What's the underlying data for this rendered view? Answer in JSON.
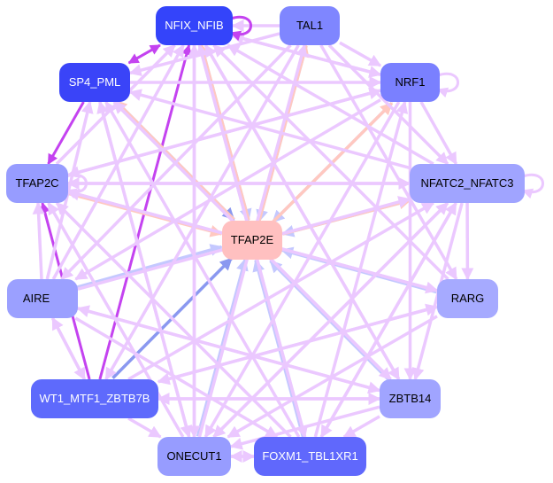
{
  "colors": {
    "edge_default": "#ebc8ff",
    "edge_strong": "#c443f0",
    "edge_blue": "#c4c8ff",
    "edge_pink": "#ffc8c0",
    "edge_darkblue": "#8a98f0"
  },
  "nodes": [
    {
      "id": "NFIX_NFIB",
      "label": "NFIX_NFIB",
      "fill": "#3444fa",
      "text": "#ffffff"
    },
    {
      "id": "TAL1",
      "label": "TAL1",
      "fill": "#7f86ff",
      "text": "#000000"
    },
    {
      "id": "SP4_PML",
      "label": "SP4_PML",
      "fill": "#3a44f8",
      "text": "#ffffff"
    },
    {
      "id": "NRF1",
      "label": "NRF1",
      "fill": "#7a80ff",
      "text": "#000000"
    },
    {
      "id": "TFAP2C",
      "label": "TFAP2C",
      "fill": "#979cff",
      "text": "#000000"
    },
    {
      "id": "NFATC2_NFATC3",
      "label": "NFATC2_NFATC3",
      "fill": "#a0a4ff",
      "text": "#000000"
    },
    {
      "id": "TFAP2E",
      "label": "TFAP2E",
      "fill": "#ffc0c0",
      "text": "#000000"
    },
    {
      "id": "AIRE",
      "label": "AIRE",
      "fill": "#9ba0ff",
      "text": "#000000"
    },
    {
      "id": "RARG",
      "label": "RARG",
      "fill": "#a6aaff",
      "text": "#000000"
    },
    {
      "id": "WT1_MTF1_ZBTB7B",
      "label": "WT1_MTF1_ZBTB7B",
      "fill": "#5e6afc",
      "text": "#ffffff"
    },
    {
      "id": "ZBTB14",
      "label": "ZBTB14",
      "fill": "#a0a4ff",
      "text": "#000000"
    },
    {
      "id": "ONECUT1",
      "label": "ONECUT1",
      "fill": "#979cff",
      "text": "#000000"
    },
    {
      "id": "FOXM1_TBL1XR1",
      "label": "FOXM1_TBL1XR1",
      "fill": "#6068fc",
      "text": "#ffffff"
    }
  ],
  "edges": [
    [
      "SP4_PML",
      "TFAP2C",
      "strong"
    ],
    [
      "SP4_PML",
      "NFIX_NFIB",
      "strong"
    ],
    [
      "NFIX_NFIB",
      "SP4_PML",
      "strong"
    ],
    [
      "WT1_MTF1_ZBTB7B",
      "TFAP2C",
      "strong"
    ],
    [
      "WT1_MTF1_ZBTB7B",
      "NFIX_NFIB",
      "strong"
    ],
    [
      "AIRE",
      "TFAP2E",
      "blue"
    ],
    [
      "WT1_MTF1_ZBTB7B",
      "TFAP2E",
      "darkblue"
    ],
    [
      "ONECUT1",
      "TFAP2E",
      "blue"
    ],
    [
      "FOXM1_TBL1XR1",
      "TFAP2E",
      "blue"
    ],
    [
      "ZBTB14",
      "TFAP2E",
      "blue"
    ],
    [
      "RARG",
      "TFAP2E",
      "blue"
    ],
    [
      "NFATC2_NFATC3",
      "TFAP2E",
      "blue"
    ],
    [
      "NRF1",
      "TFAP2E",
      "blue"
    ],
    [
      "TAL1",
      "TFAP2E",
      "blue"
    ],
    [
      "NFIX_NFIB",
      "TFAP2E",
      "blue"
    ],
    [
      "SP4_PML",
      "TFAP2E",
      "darkblue"
    ],
    [
      "TFAP2C",
      "TFAP2E",
      "pink"
    ],
    [
      "TFAP2E",
      "TAL1",
      "pink"
    ],
    [
      "TFAP2E",
      "NFIX_NFIB",
      "pink"
    ],
    [
      "TFAP2E",
      "NRF1",
      "pink"
    ],
    [
      "TFAP2E",
      "NFATC2_NFATC3",
      "pink"
    ],
    [
      "TFAP2E",
      "SP4_PML",
      "pink"
    ],
    [
      "TAL1",
      "NFIX_NFIB",
      "default"
    ],
    [
      "TAL1",
      "NRF1",
      "default"
    ],
    [
      "NRF1",
      "NFIX_NFIB",
      "default"
    ],
    [
      "NRF1",
      "NFATC2_NFATC3",
      "default"
    ],
    [
      "NRF1",
      "TFAP2C",
      "default"
    ],
    [
      "NRF1",
      "AIRE",
      "default"
    ],
    [
      "NRF1",
      "ZBTB14",
      "default"
    ],
    [
      "NRF1",
      "ONECUT1",
      "default"
    ],
    [
      "TAL1",
      "SP4_PML",
      "default"
    ],
    [
      "TAL1",
      "RARG",
      "default"
    ],
    [
      "TAL1",
      "WT1_MTF1_ZBTB7B",
      "default"
    ],
    [
      "TAL1",
      "AIRE",
      "default"
    ],
    [
      "NFATC2_NFATC3",
      "TFAP2C",
      "default"
    ],
    [
      "NFATC2_NFATC3",
      "NFIX_NFIB",
      "default"
    ],
    [
      "NFATC2_NFATC3",
      "SP4_PML",
      "default"
    ],
    [
      "NFATC2_NFATC3",
      "RARG",
      "default"
    ],
    [
      "NFATC2_NFATC3",
      "ONECUT1",
      "default"
    ],
    [
      "NFATC2_NFATC3",
      "FOXM1_TBL1XR1",
      "default"
    ],
    [
      "NFATC2_NFATC3",
      "ZBTB14",
      "default"
    ],
    [
      "RARG",
      "NFIX_NFIB",
      "default"
    ],
    [
      "RARG",
      "TFAP2C",
      "default"
    ],
    [
      "RARG",
      "WT1_MTF1_ZBTB7B",
      "default"
    ],
    [
      "RARG",
      "ONECUT1",
      "default"
    ],
    [
      "ZBTB14",
      "NFIX_NFIB",
      "default"
    ],
    [
      "ZBTB14",
      "SP4_PML",
      "default"
    ],
    [
      "ZBTB14",
      "AIRE",
      "default"
    ],
    [
      "ZBTB14",
      "WT1_MTF1_ZBTB7B",
      "default"
    ],
    [
      "ZBTB14",
      "ONECUT1",
      "default"
    ],
    [
      "ZBTB14",
      "FOXM1_TBL1XR1",
      "default"
    ],
    [
      "FOXM1_TBL1XR1",
      "ONECUT1",
      "default"
    ],
    [
      "ONECUT1",
      "FOXM1_TBL1XR1",
      "default"
    ],
    [
      "FOXM1_TBL1XR1",
      "NFIX_NFIB",
      "default"
    ],
    [
      "FOXM1_TBL1XR1",
      "TFAP2C",
      "default"
    ],
    [
      "FOXM1_TBL1XR1",
      "NFATC2_NFATC3",
      "default"
    ],
    [
      "FOXM1_TBL1XR1",
      "NRF1",
      "default"
    ],
    [
      "FOXM1_TBL1XR1",
      "SP4_PML",
      "default"
    ],
    [
      "ONECUT1",
      "NFIX_NFIB",
      "default"
    ],
    [
      "ONECUT1",
      "SP4_PML",
      "default"
    ],
    [
      "ONECUT1",
      "TFAP2C",
      "default"
    ],
    [
      "ONECUT1",
      "TAL1",
      "default"
    ],
    [
      "ONECUT1",
      "NFATC2_NFATC3",
      "default"
    ],
    [
      "WT1_MTF1_ZBTB7B",
      "ONECUT1",
      "default"
    ],
    [
      "WT1_MTF1_ZBTB7B",
      "ZBTB14",
      "default"
    ],
    [
      "WT1_MTF1_ZBTB7B",
      "AIRE",
      "default"
    ],
    [
      "WT1_MTF1_ZBTB7B",
      "NFATC2_NFATC3",
      "default"
    ],
    [
      "WT1_MTF1_ZBTB7B",
      "RARG",
      "default"
    ],
    [
      "AIRE",
      "NFIX_NFIB",
      "default"
    ],
    [
      "AIRE",
      "SP4_PML",
      "default"
    ],
    [
      "AIRE",
      "TFAP2C",
      "default"
    ],
    [
      "AIRE",
      "WT1_MTF1_ZBTB7B",
      "default"
    ],
    [
      "AIRE",
      "ZBTB14",
      "default"
    ],
    [
      "AIRE",
      "FOXM1_TBL1XR1",
      "default"
    ],
    [
      "AIRE",
      "NFATC2_NFATC3",
      "default"
    ],
    [
      "TFAP2C",
      "NFIX_NFIB",
      "default"
    ],
    [
      "TFAP2C",
      "NFATC2_NFATC3",
      "default"
    ],
    [
      "TFAP2C",
      "RARG",
      "default"
    ],
    [
      "TFAP2C",
      "NRF1",
      "default"
    ],
    [
      "SP4_PML",
      "NRF1",
      "default"
    ],
    [
      "SP4_PML",
      "ONECUT1",
      "default"
    ],
    [
      "SP4_PML",
      "ZBTB14",
      "default"
    ],
    [
      "NFIX_NFIB",
      "NRF1",
      "default"
    ],
    [
      "NFIX_NFIB",
      "ZBTB14",
      "default"
    ],
    [
      "NFIX_NFIB",
      "ONECUT1",
      "default"
    ],
    [
      "NFIX_NFIB",
      "FOXM1_TBL1XR1",
      "default"
    ],
    [
      "TAL1",
      "NFATC2_NFATC3",
      "default"
    ]
  ],
  "self_loops": [
    [
      "NFIX_NFIB",
      "strong"
    ],
    [
      "NRF1",
      "default"
    ],
    [
      "NFATC2_NFATC3",
      "default"
    ],
    [
      "TFAP2C",
      "default"
    ]
  ]
}
